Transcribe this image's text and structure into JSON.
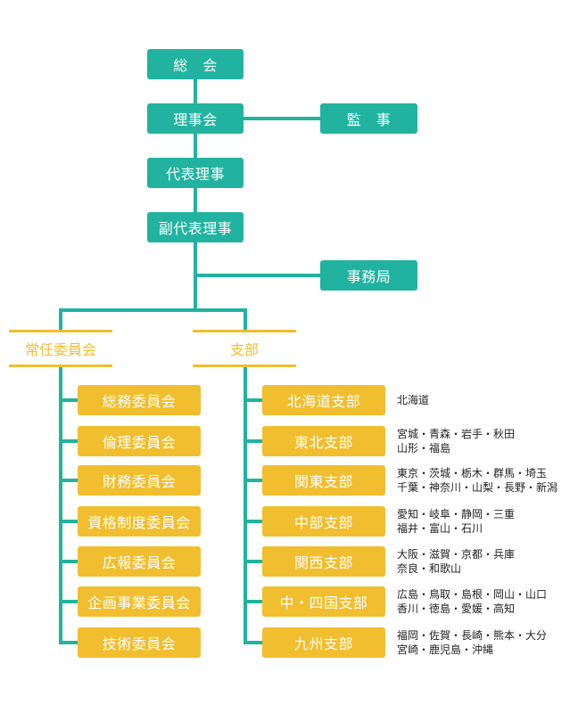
{
  "colors": {
    "teal": "#21b3a0",
    "yellow": "#f0be2e",
    "text": "#222222"
  },
  "top": {
    "soukai": "総　会",
    "rijikai": "理事会",
    "kansa": "監　事",
    "daihyo": "代表理事",
    "fukudaihyo": "副代表理事",
    "jimukyoku": "事務局"
  },
  "groups": {
    "committees": "常任委員会",
    "branches": "支部"
  },
  "committees": [
    "総務委員会",
    "倫理委員会",
    "財務委員会",
    "資格制度委員会",
    "広報委員会",
    "企画事業委員会",
    "技術委員会"
  ],
  "branches": [
    {
      "name": "北海道支部",
      "prefectures": [
        "北海道"
      ]
    },
    {
      "name": "東北支部",
      "prefectures": [
        "宮城・青森・岩手・秋田",
        "山形・福島"
      ]
    },
    {
      "name": "関東支部",
      "prefectures": [
        "東京・茨城・栃木・群馬・埼玉",
        "千葉・神奈川・山梨・長野・新潟"
      ]
    },
    {
      "name": "中部支部",
      "prefectures": [
        "愛知・岐阜・静岡・三重",
        "福井・富山・石川"
      ]
    },
    {
      "name": "関西支部",
      "prefectures": [
        "大阪・滋賀・京都・兵庫",
        "奈良・和歌山"
      ]
    },
    {
      "name": "中・四国支部",
      "prefectures": [
        "広島・鳥取・島根・岡山・山口",
        "香川・徳島・愛媛・高知"
      ]
    },
    {
      "name": "九州支部",
      "prefectures": [
        "福岡・佐賀・長崎・熊本・大分",
        "宮崎・鹿児島・沖縄"
      ]
    }
  ]
}
